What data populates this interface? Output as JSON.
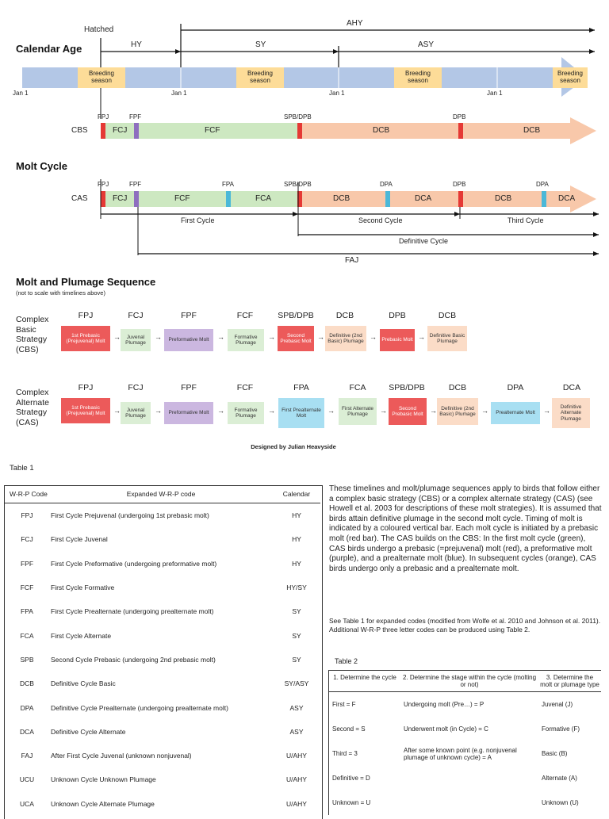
{
  "calendar": {
    "heading": "Calendar Age",
    "hatched": "Hatched",
    "hy": "HY",
    "sy": "SY",
    "asy": "ASY",
    "ahy": "AHY",
    "breeding": "Breeding season",
    "jan1": "Jan 1"
  },
  "molt": {
    "heading": "Molt Cycle",
    "cbs": "CBS",
    "cas": "CAS",
    "fpj": "FPJ",
    "fpf": "FPF",
    "spbdpb": "SPB/DPB",
    "dpb": "DPB",
    "fpa": "FPA",
    "dpa": "DPA",
    "fcj": "FCJ",
    "fcf": "FCF",
    "fca": "FCA",
    "dcb": "DCB",
    "dca": "DCA",
    "first_cycle": "First Cycle",
    "second_cycle": "Second Cycle",
    "third_cycle": "Third Cycle",
    "definitive_cycle": "Definitive Cycle",
    "faj": "FAJ"
  },
  "sequence": {
    "heading": "Molt and Plumage Sequence",
    "note": "(not to scale with timelines above)",
    "cbs_label": [
      "Complex",
      "Basic",
      "Strategy",
      "(CBS)"
    ],
    "cas_label": [
      "Complex",
      "Alternate",
      "Strategy",
      "(CAS)"
    ],
    "cbs_steps": [
      {
        "code": "FPJ",
        "text": "1st Prebasic (Prejuvenal) Molt"
      },
      {
        "code": "FCJ",
        "text": "Juvenal Plumage"
      },
      {
        "code": "FPF",
        "text": "Preformative Molt"
      },
      {
        "code": "FCF",
        "text": "Formative Plumage"
      },
      {
        "code": "SPB/DPB",
        "text": "Second Prebasic Molt"
      },
      {
        "code": "DCB",
        "text": "Definitive (2nd Basic) Plumage"
      },
      {
        "code": "DPB",
        "text": "Prebasic Molt"
      },
      {
        "code": "DCB",
        "text": "Definitive Basic Plumage"
      }
    ],
    "cas_steps": [
      {
        "code": "FPJ",
        "text": "1st Prebasic (Prejuvenal) Molt"
      },
      {
        "code": "FCJ",
        "text": "Juvenal Plumage"
      },
      {
        "code": "FPF",
        "text": "Preformative Molt"
      },
      {
        "code": "FCF",
        "text": "Formative Plumage"
      },
      {
        "code": "FPA",
        "text": "First Prealternate Molt"
      },
      {
        "code": "FCA",
        "text": "First Alternate Plumage"
      },
      {
        "code": "SPB/DPB",
        "text": "Second Prebasic Molt"
      },
      {
        "code": "DCB",
        "text": "Definitive (2nd Basic) Plumage"
      },
      {
        "code": "DPA",
        "text": "Prealternate Molt"
      },
      {
        "code": "DCA",
        "text": "Definitive Alternate Plumage"
      }
    ],
    "credit": "Designed by Julian Heavyside"
  },
  "table1": {
    "caption": "Table 1",
    "headers": [
      "W-R-P Code",
      "Expanded W-R-P code",
      "Calendar"
    ],
    "rows": [
      [
        "FPJ",
        "First Cycle Prejuvenal (undergoing 1st prebasic molt)",
        "HY"
      ],
      [
        "FCJ",
        "First Cycle Juvenal",
        "HY"
      ],
      [
        "FPF",
        "First Cycle Preformative (undergoing preformative molt)",
        "HY"
      ],
      [
        "FCF",
        "First Cycle Formative",
        "HY/SY"
      ],
      [
        "FPA",
        "First Cycle Prealternate (undergoing prealternate molt)",
        "SY"
      ],
      [
        "FCA",
        "First Cycle Alternate",
        "SY"
      ],
      [
        "SPB",
        "Second Cycle Prebasic (undergoing 2nd prebasic molt)",
        "SY"
      ],
      [
        "DCB",
        "Definitive Cycle Basic",
        "SY/ASY"
      ],
      [
        "DPA",
        "Definitive Cycle Prealternate (undergoing prealternate molt)",
        "ASY"
      ],
      [
        "DCA",
        "Definitive Cycle Alternate",
        "ASY"
      ],
      [
        "FAJ",
        "After First Cycle Juvenal (unknown nonjuvenal)",
        "U/AHY"
      ],
      [
        "UCU",
        "Unknown Cycle Unknown Plumage",
        "U/AHY"
      ],
      [
        "UCA",
        "Unknown Cycle Alternate Plumage",
        "U/AHY"
      ]
    ]
  },
  "text": {
    "para1": "These timelines and molt/plumage sequences apply to birds that follow either a complex basic strategy (CBS) or a complex alternate strategy (CAS) (see Howell et al. 2003 for descriptions of these molt strategies). It is assumed that birds attain definitive plumage in the second molt cycle. Timing of molt is indicated by a coloured vertical bar. Each molt cycle is initiated by a prebasic molt (red bar). The CAS builds on the CBS: In the first molt cycle (green), CAS birds undergo a prebasic (=prejuvenal) molt (red), a preformative molt (purple), and a prealternate molt (blue). In subsequent cycles (orange), CAS birds undergo only a prebasic and a prealternate molt.",
    "para2": "See Table 1 for expanded codes (modified from Wolfe et al. 2010 and Johnson et al. 2011). Additional W-R-P three letter codes can be produced using Table 2."
  },
  "table2": {
    "caption": "Table 2",
    "headers": [
      "1. Determine the cycle",
      "2. Determine the stage within the cycle (molting or not)",
      "3. Determine the molt or plumage type"
    ],
    "rows": [
      [
        "First = F",
        "Undergoing molt (Pre…) = P",
        "Juvenal (J)"
      ],
      [
        "Second = S",
        "Underwent molt (in Cycle) = C",
        "Formative (F)"
      ],
      [
        "Third = 3",
        "After some known point (e.g. nonjuvenal plumage of unknown cycle) = A",
        "Basic (B)"
      ],
      [
        "Definitive = D",
        "",
        "Alternate (A)"
      ],
      [
        "Unknown = U",
        "",
        "Unknown (U)"
      ]
    ]
  },
  "colors": {
    "blue_bar": "#b3c7e6",
    "breeding": "#fddc98",
    "green": "#cde8c1",
    "peach": "#f8c8aa",
    "red": "#e53935",
    "purple": "#8e6fbf",
    "cyan": "#4bb8d8"
  }
}
